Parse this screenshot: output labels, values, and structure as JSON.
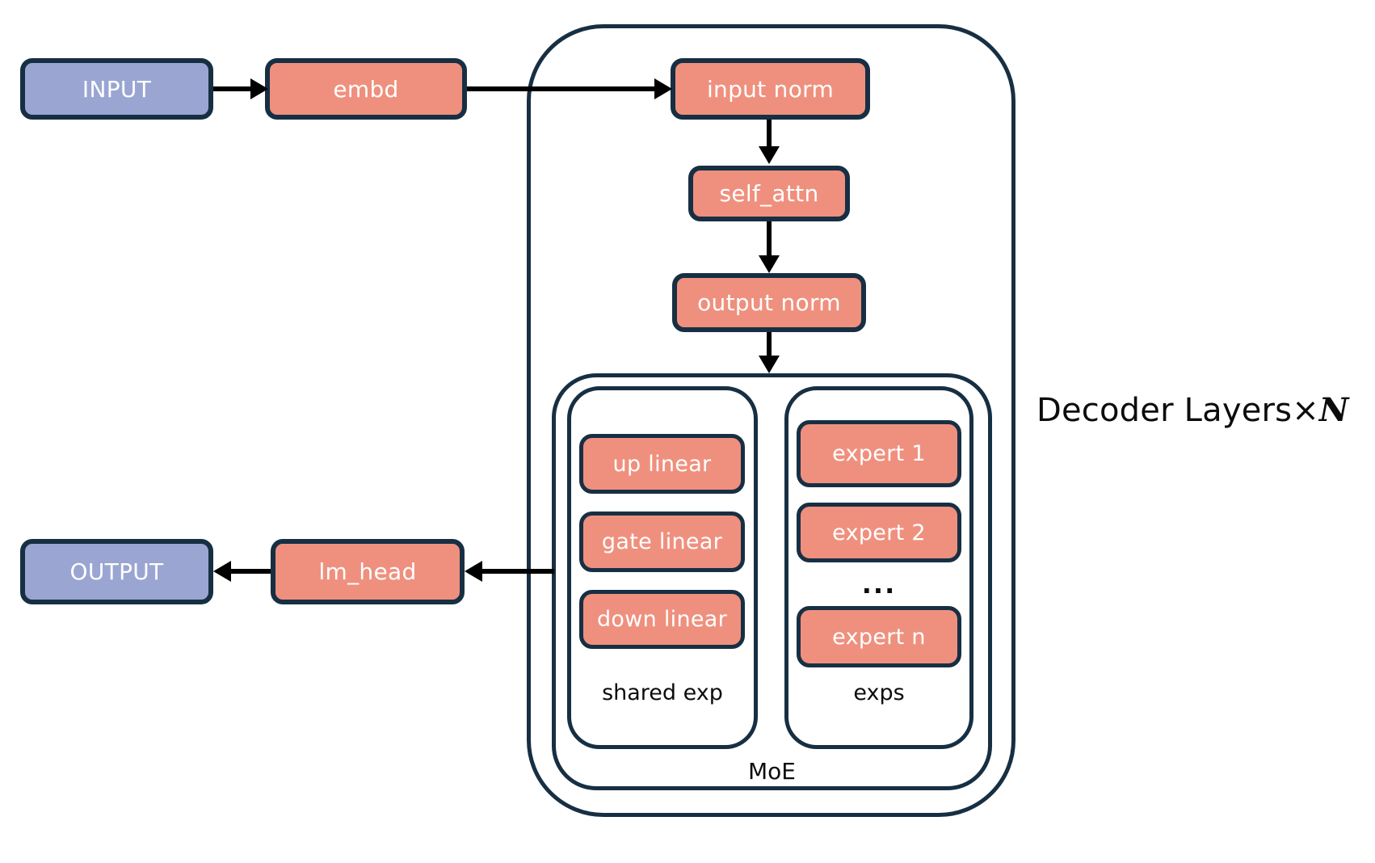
{
  "diagram": {
    "io_nodes": {
      "input": "INPUT",
      "output": "OUTPUT"
    },
    "blocks": {
      "embd": "embd",
      "lm_head": "lm_head",
      "input_norm": "input norm",
      "self_attn": "self_attn",
      "output_norm": "output norm",
      "up_linear": "up linear",
      "gate_linear": "gate linear",
      "down_linear": "down linear",
      "expert_1": "expert 1",
      "expert_2": "expert 2",
      "expert_n": "expert n"
    },
    "containers": {
      "decoder_label_prefix": "Decoder Layers×",
      "decoder_label_n": "N",
      "moe": "MoE",
      "shared_exp": "shared exp",
      "exps": "exps",
      "ellipsis": "..."
    },
    "colors": {
      "io_fill": "#9aa5d2",
      "block_fill": "#ef907e",
      "border": "#172f43",
      "arrow": "#000000",
      "label_text": "#0c0c0c",
      "box_text": "#ffffff"
    }
  }
}
